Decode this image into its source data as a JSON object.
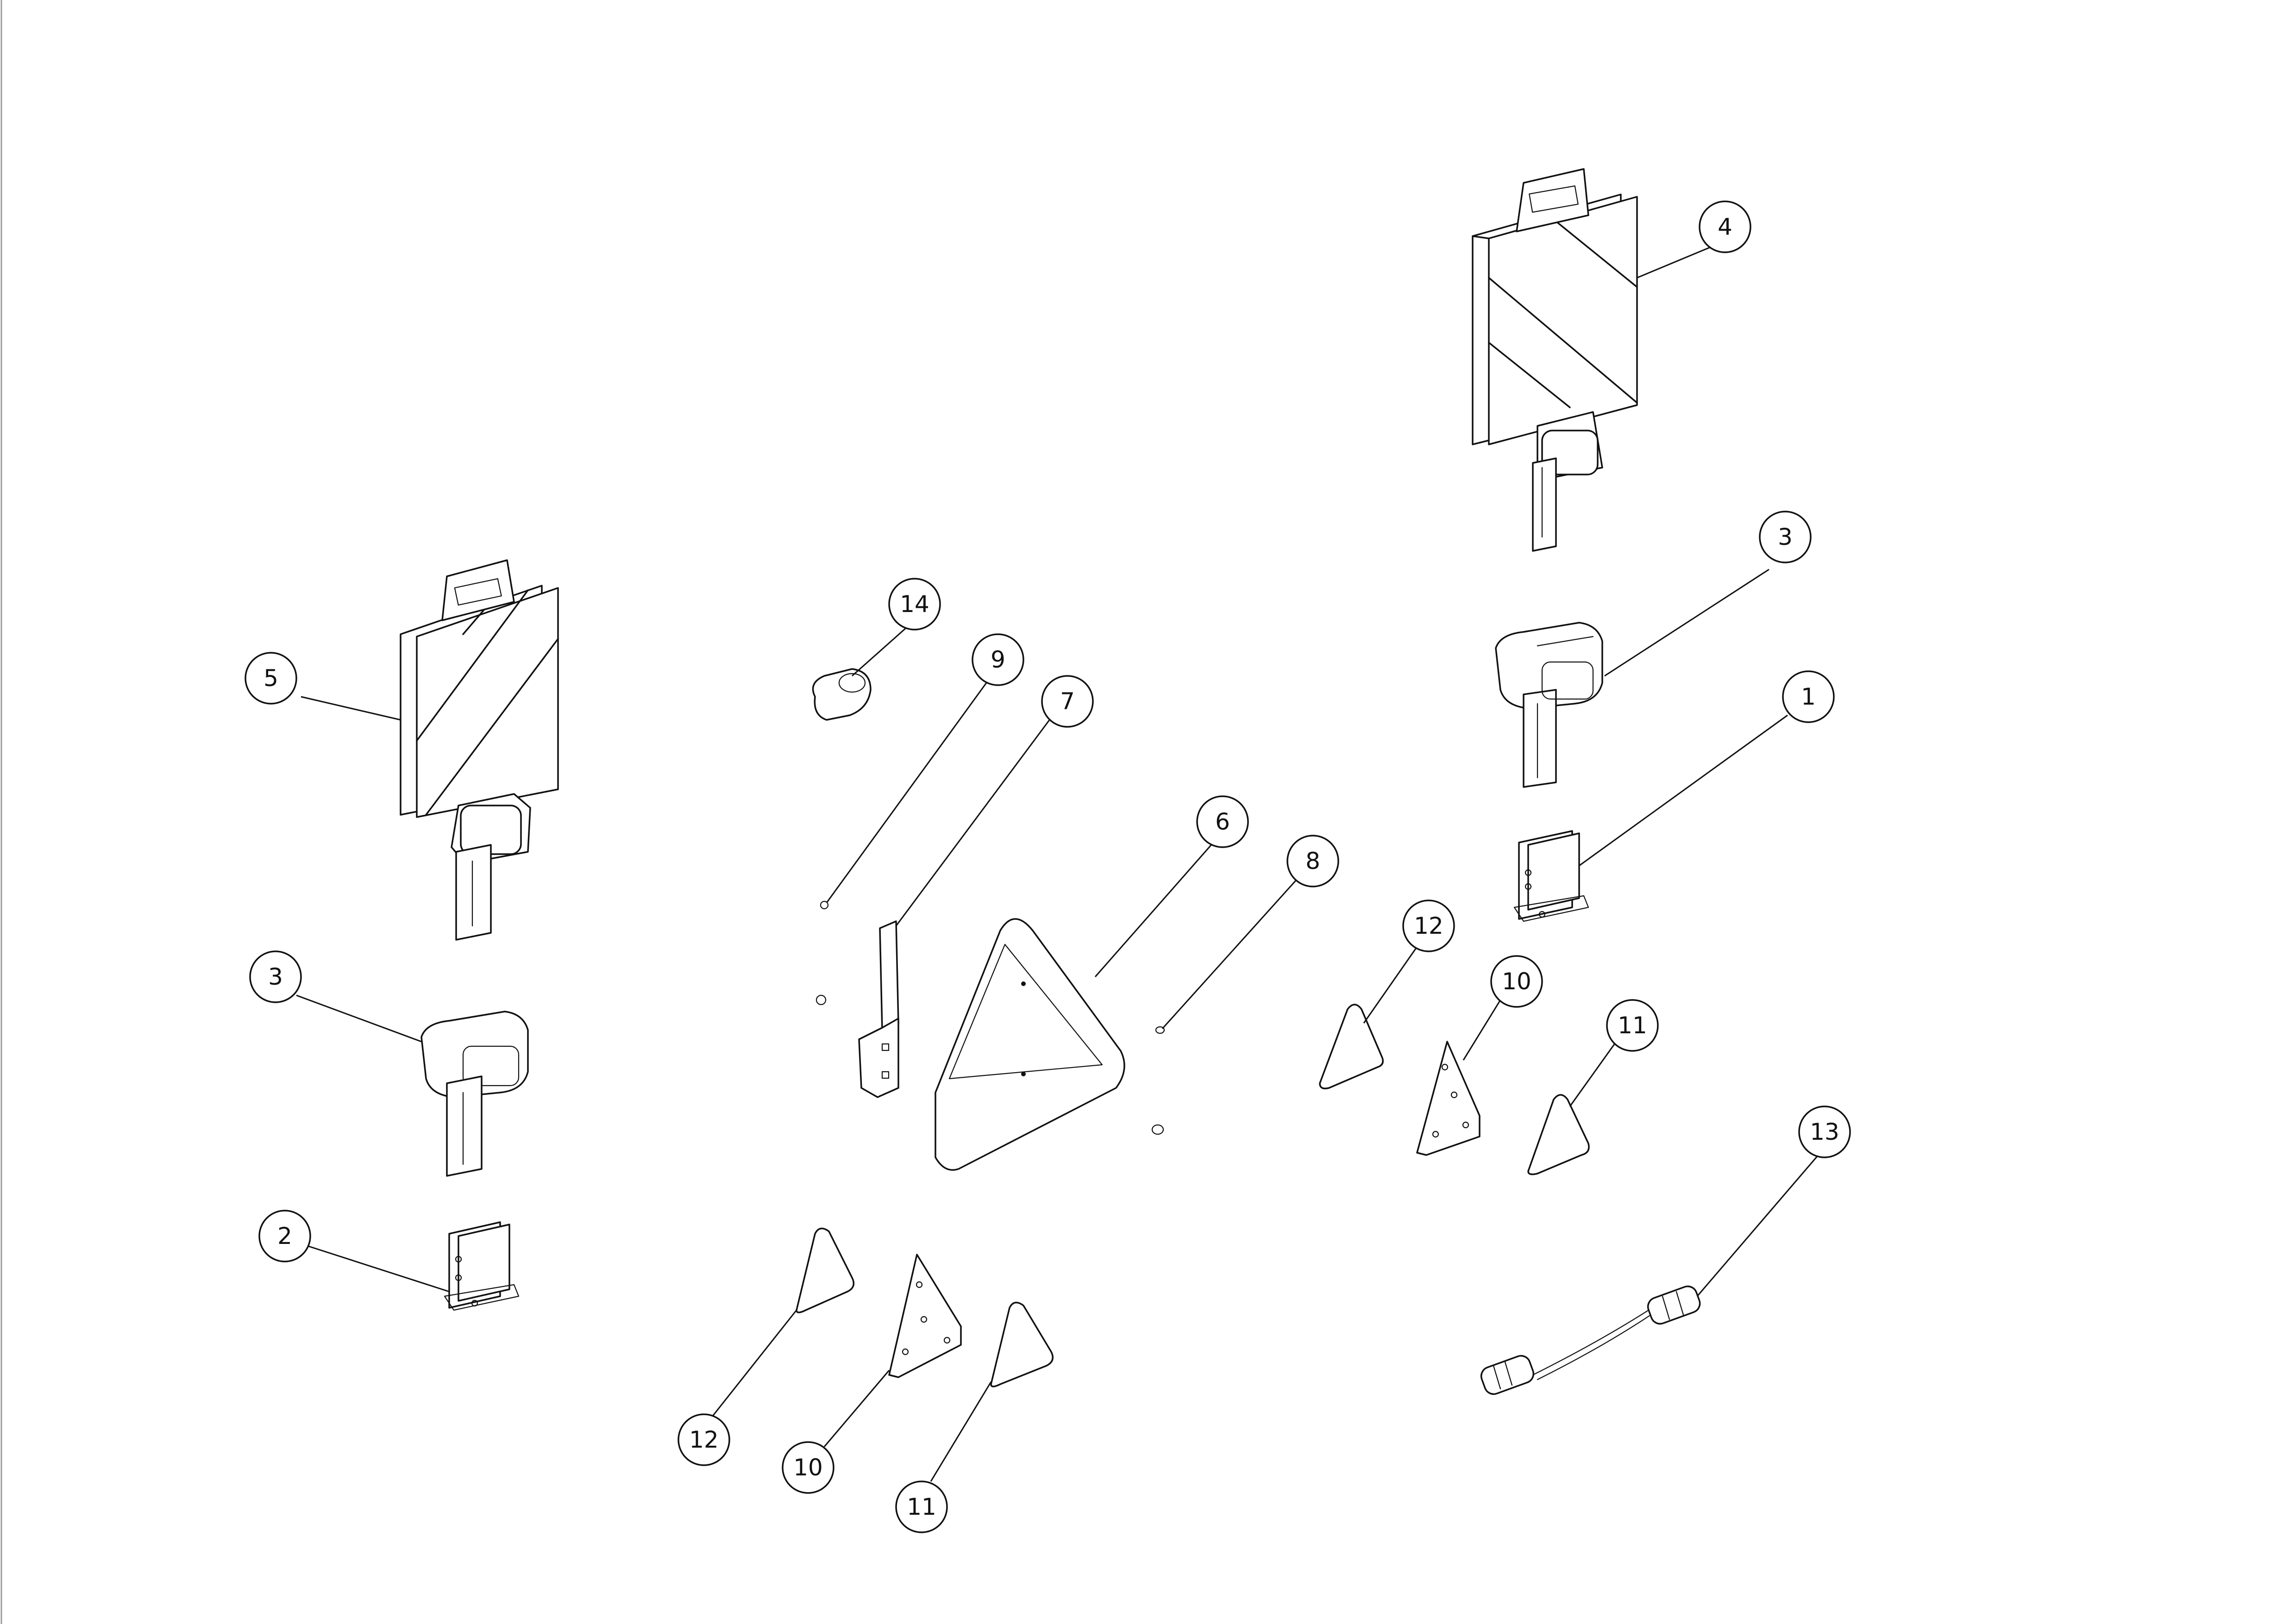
{
  "drawing": {
    "type": "exploded parts diagram",
    "background": "#ffffff",
    "line_color": "#111111"
  },
  "callouts": [
    {
      "id": "c1",
      "label": "1"
    },
    {
      "id": "c2",
      "label": "2"
    },
    {
      "id": "c3a",
      "label": "3"
    },
    {
      "id": "c3b",
      "label": "3"
    },
    {
      "id": "c4",
      "label": "4"
    },
    {
      "id": "c5",
      "label": "5"
    },
    {
      "id": "c6",
      "label": "6"
    },
    {
      "id": "c7",
      "label": "7"
    },
    {
      "id": "c8",
      "label": "8"
    },
    {
      "id": "c9",
      "label": "9"
    },
    {
      "id": "c10a",
      "label": "10"
    },
    {
      "id": "c10b",
      "label": "10"
    },
    {
      "id": "c11a",
      "label": "11"
    },
    {
      "id": "c11b",
      "label": "11"
    },
    {
      "id": "c12a",
      "label": "12"
    },
    {
      "id": "c12b",
      "label": "12"
    },
    {
      "id": "c13",
      "label": "13"
    },
    {
      "id": "c14",
      "label": "14"
    }
  ],
  "parts": [
    {
      "name": "warning-board-with-lamp-right",
      "callout": "4"
    },
    {
      "name": "warning-board-with-lamp-left",
      "callout": "5"
    },
    {
      "name": "lamp-assembly",
      "callout": "3"
    },
    {
      "name": "mounting-bracket-right",
      "callout": "1"
    },
    {
      "name": "mounting-bracket-left",
      "callout": "2"
    },
    {
      "name": "slow-moving-vehicle-triangle",
      "callout": "6"
    },
    {
      "name": "triangle-bracket",
      "callout": "7"
    },
    {
      "name": "screw",
      "callout": "8"
    },
    {
      "name": "bolt",
      "callout": "9"
    },
    {
      "name": "reflector-plate",
      "callout": "10"
    },
    {
      "name": "reflector-triangle",
      "callout": "11"
    },
    {
      "name": "reflector-triangle-alt",
      "callout": "12"
    },
    {
      "name": "cable-with-plug",
      "callout": "13"
    },
    {
      "name": "cable-holder",
      "callout": "14"
    }
  ]
}
